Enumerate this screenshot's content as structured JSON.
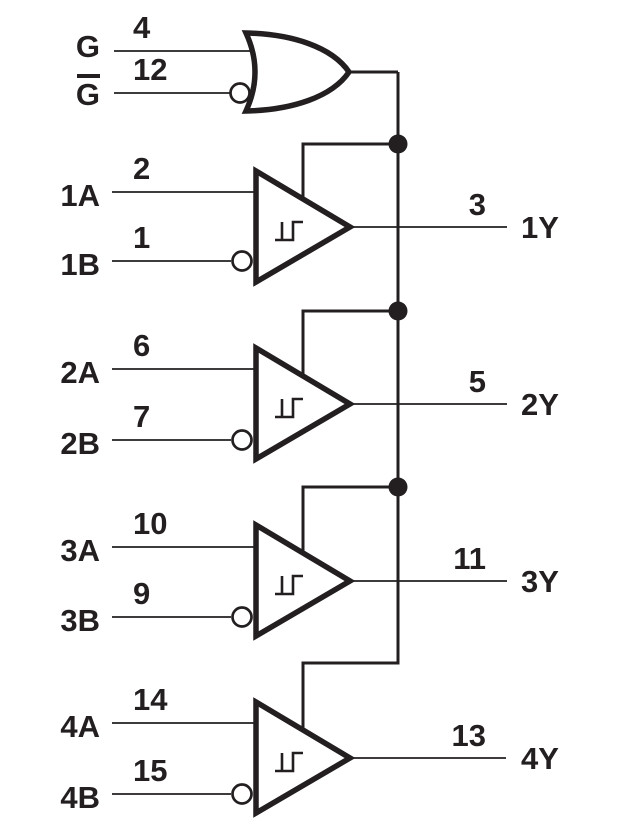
{
  "diagram_type": "logic-diagram",
  "colors": {
    "ink": "#231f20",
    "background": "#ffffff"
  },
  "enable_gate": {
    "type": "or-gate",
    "input_g": {
      "label": "G",
      "pin": "4",
      "inverting_bubble": false
    },
    "input_gbar": {
      "label": "G",
      "pin": "12",
      "overbar": true,
      "inverting_bubble": true
    }
  },
  "receivers": [
    {
      "a": {
        "label": "1A",
        "pin": "2"
      },
      "b": {
        "label": "1B",
        "pin": "1",
        "inverting_bubble": true
      },
      "y": {
        "label": "1Y",
        "pin": "3"
      },
      "hysteresis": true
    },
    {
      "a": {
        "label": "2A",
        "pin": "6"
      },
      "b": {
        "label": "2B",
        "pin": "7",
        "inverting_bubble": true
      },
      "y": {
        "label": "2Y",
        "pin": "5"
      },
      "hysteresis": true
    },
    {
      "a": {
        "label": "3A",
        "pin": "10"
      },
      "b": {
        "label": "3B",
        "pin": "9",
        "inverting_bubble": true
      },
      "y": {
        "label": "3Y",
        "pin": "11"
      },
      "hysteresis": true
    },
    {
      "a": {
        "label": "4A",
        "pin": "14"
      },
      "b": {
        "label": "4B",
        "pin": "15",
        "inverting_bubble": true
      },
      "y": {
        "label": "4Y",
        "pin": "13"
      },
      "hysteresis": true
    }
  ]
}
